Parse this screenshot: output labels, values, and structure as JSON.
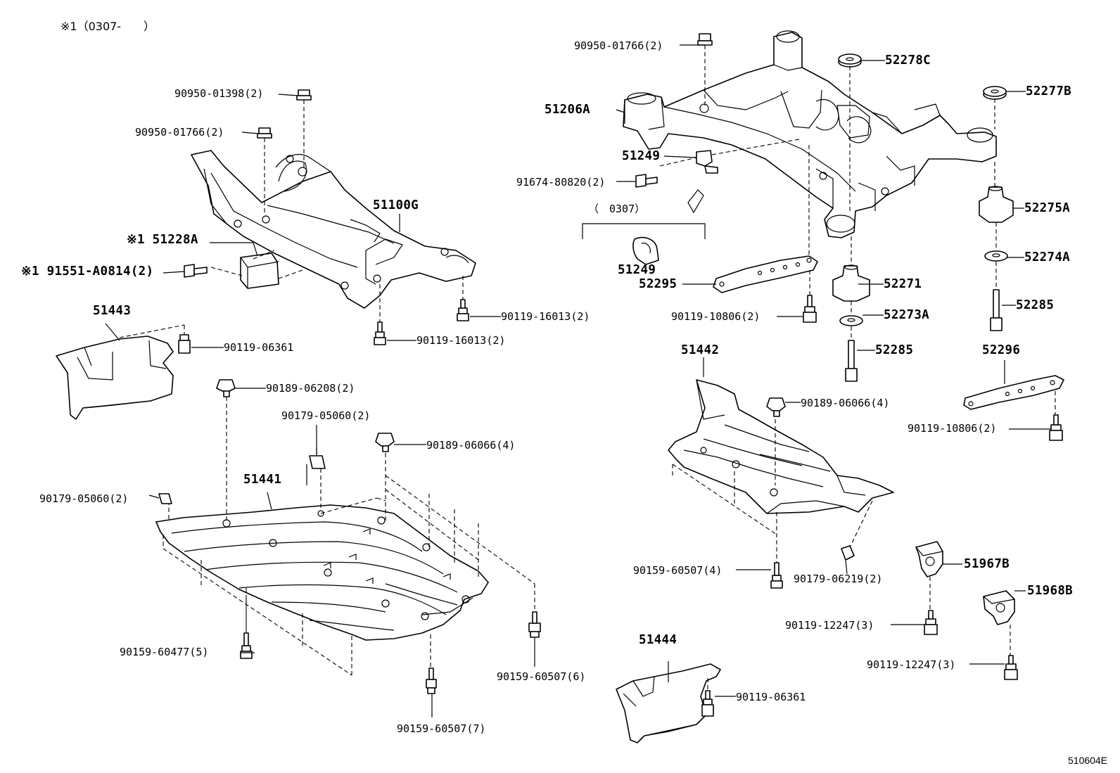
{
  "header_note": "※1（0307-　　）",
  "diagram_code": "510604E",
  "front_subframe": {
    "number": "51100G",
    "bolt_90950_01398": "90950-01398(2)",
    "bolt_90950_01766": "90950-01766(2)",
    "bracket_51228a": "※1 51228A",
    "bolt_91551_a0814": "※1 91551-A0814(2)",
    "bolt_right": "90119-16013(2)",
    "bolt_bottom": "90119-16013(2)"
  },
  "left_cover": {
    "number": "51443",
    "bolt": "90119-06361"
  },
  "engine_under_cover": {
    "number": "51441",
    "clip_top": "90189-06208(2)",
    "nut_center": "90179-05060(2)",
    "clip_right": "90189-06066(4)",
    "nut_left": "90179-05060(2)",
    "screw_5": "90159-60477(5)",
    "screw_6": "90159-60507(6)",
    "screw_7": "90159-60507(7)"
  },
  "rear_subframe": {
    "number": "51206A",
    "cap_top": "90950-01766(2)",
    "bracket_top": "51249",
    "bolt_91674": "91674-80820(2)",
    "bracket_range_note": "（　0307）",
    "bracket_alt": "51249",
    "arm_left": "52295",
    "arm_left_bolt": "90119-10806(2)",
    "cushion_52278c": "52278C",
    "cushion_52271": "52271",
    "washer_52273a": "52273A",
    "bolt_52285_left": "52285",
    "cushion_52277b": "52277B",
    "cushion_52275a": "52275A",
    "washer_52274a": "52274A",
    "bolt_52285_right": "52285",
    "arm_right": "52296",
    "arm_right_bolt": "90119-10806(2)"
  },
  "rear_under_cover": {
    "number": "51442",
    "clip": "90189-06066(4)",
    "screw": "90159-60507(4)",
    "nut": "90179-06219(2)"
  },
  "right_cover": {
    "number": "51444",
    "bolt": "90119-06361"
  },
  "brackets": {
    "bracket_a": "51967B",
    "bracket_a_bolt": "90119-12247(3)",
    "bracket_b": "51968B",
    "bracket_b_bolt": "90119-12247(3)"
  }
}
